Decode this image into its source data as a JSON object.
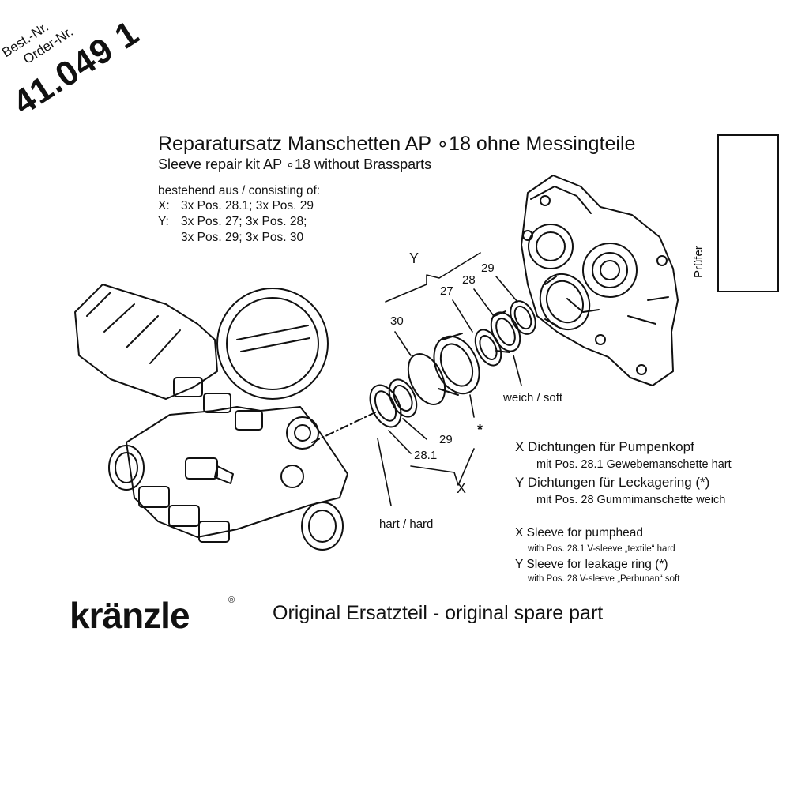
{
  "order": {
    "best_nr_label": "Best.-Nr.",
    "order_nr_label": "Order-Nr.",
    "number": "41.049 1"
  },
  "title": {
    "de": "Reparatursatz Manschetten AP ∘18 ohne Messingteile",
    "en": "Sleeve repair kit AP ∘18 without Brassparts"
  },
  "contents": {
    "heading": "bestehend aus / consisting of:",
    "x_label": "X:",
    "x_text": "3x Pos. 28.1; 3x Pos. 29",
    "y_label": "Y:",
    "y_text_1": "3x Pos. 27; 3x Pos. 28;",
    "y_text_2": "3x Pos. 29; 3x Pos. 30"
  },
  "inspector": {
    "label": "Prüfer"
  },
  "callouts": {
    "group_y": "Y",
    "group_x": "X",
    "pos_30": "30",
    "pos_27": "27",
    "pos_28": "28",
    "pos_29_top": "29",
    "pos_29_bottom": "29",
    "pos_28_1": "28.1",
    "star": "*",
    "soft": "weich / soft",
    "hard": "hart / hard"
  },
  "legend": {
    "x_de": "X Dichtungen für Pumpenkopf",
    "x_de_sub": "mit Pos. 28.1 Gewebemanschette hart",
    "y_de": "Y Dichtungen für Leckagering (*)",
    "y_de_sub": "mit Pos. 28 Gummimanschette weich",
    "x_en": "X Sleeve for pumphead",
    "x_en_sub": "with Pos. 28.1 V-sleeve „textile“ hard",
    "y_en": "Y Sleeve for leakage ring (*)",
    "y_en_sub": "with Pos. 28 V-sleeve „Perbunan“ soft"
  },
  "brand": {
    "logo_text": "kränzle",
    "registered": "®"
  },
  "footer": {
    "text": "Original Ersatzteil - original spare part"
  }
}
